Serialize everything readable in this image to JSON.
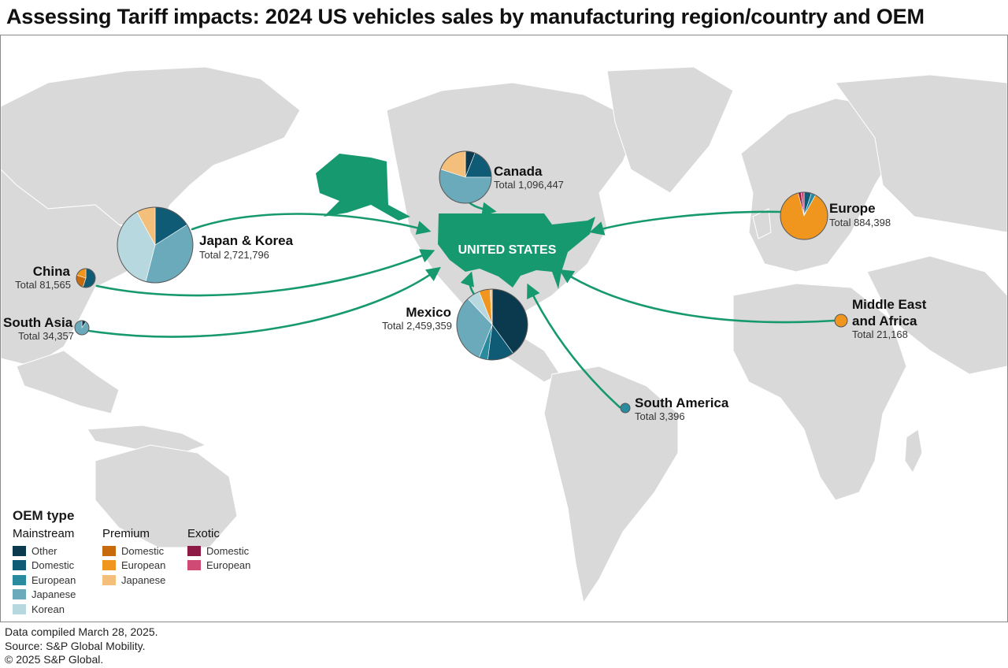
{
  "title": "Assessing Tariff impacts: 2024 US vehicles sales by manufacturing region/country and OEM",
  "destination": "UNITED STATES",
  "colors": {
    "mainstream_other": "#0b3a4e",
    "mainstream_domestic": "#0f5b76",
    "mainstream_european": "#2a8a9e",
    "mainstream_japanese": "#6aaabb",
    "mainstream_korean": "#b8d8e0",
    "premium_domestic": "#c76a0c",
    "premium_european": "#f0951e",
    "premium_japanese": "#f4bf7a",
    "exotic_domestic": "#8c1a44",
    "exotic_european": "#d04a76",
    "us_fill": "#17996f",
    "flow_arrow": "#17996f",
    "land": "#d9d9d9"
  },
  "regions": [
    {
      "id": "canada",
      "name": "Canada",
      "total": "Total 1,096,447",
      "slices": [
        {
          "type": "mainstream_other",
          "share": 0.06
        },
        {
          "type": "mainstream_domestic",
          "share": 0.19
        },
        {
          "type": "mainstream_japanese",
          "share": 0.55
        },
        {
          "type": "premium_japanese",
          "share": 0.2
        }
      ]
    },
    {
      "id": "japan-korea",
      "name": "Japan & Korea",
      "total": "Total 2,721,796",
      "slices": [
        {
          "type": "mainstream_domestic",
          "share": 0.16
        },
        {
          "type": "mainstream_japanese",
          "share": 0.38
        },
        {
          "type": "mainstream_korean",
          "share": 0.38
        },
        {
          "type": "premium_japanese",
          "share": 0.08
        }
      ]
    },
    {
      "id": "china",
      "name": "China",
      "total": "Total 81,565",
      "slices": [
        {
          "type": "mainstream_domestic",
          "share": 0.55
        },
        {
          "type": "premium_domestic",
          "share": 0.25
        },
        {
          "type": "premium_european",
          "share": 0.2
        }
      ]
    },
    {
      "id": "south-asia",
      "name": "South Asia",
      "total": "Total 34,357",
      "slices": [
        {
          "type": "mainstream_other",
          "share": 0.1
        },
        {
          "type": "mainstream_japanese",
          "share": 0.9
        }
      ]
    },
    {
      "id": "mexico",
      "name": "Mexico",
      "total": "Total 2,459,359",
      "slices": [
        {
          "type": "mainstream_other",
          "share": 0.4
        },
        {
          "type": "mainstream_domestic",
          "share": 0.12
        },
        {
          "type": "mainstream_european",
          "share": 0.04
        },
        {
          "type": "mainstream_japanese",
          "share": 0.32
        },
        {
          "type": "mainstream_korean",
          "share": 0.06
        },
        {
          "type": "premium_european",
          "share": 0.05
        },
        {
          "type": "premium_japanese",
          "share": 0.01
        }
      ]
    },
    {
      "id": "europe",
      "name": "Europe",
      "total": "Total 884,398",
      "slices": [
        {
          "type": "mainstream_domestic",
          "share": 0.05
        },
        {
          "type": "mainstream_european",
          "share": 0.03
        },
        {
          "type": "premium_european",
          "share": 0.88
        },
        {
          "type": "exotic_domestic",
          "share": 0.02
        },
        {
          "type": "exotic_european",
          "share": 0.02
        }
      ]
    },
    {
      "id": "middle-east-africa",
      "name": "Middle East",
      "name2": "and Africa",
      "total": "Total 21,168",
      "slices": [
        {
          "type": "premium_european",
          "share": 1.0
        }
      ]
    },
    {
      "id": "south-america",
      "name": "South America",
      "total": "Total 3,396",
      "slices": [
        {
          "type": "mainstream_european",
          "share": 1.0
        }
      ]
    }
  ],
  "legend": {
    "title": "OEM type",
    "mainstream": {
      "heading": "Mainstream",
      "items": [
        "Other",
        "Domestic",
        "European",
        "Japanese",
        "Korean"
      ]
    },
    "premium": {
      "heading": "Premium",
      "items": [
        "Domestic",
        "European",
        "Japanese"
      ]
    },
    "exotic": {
      "heading": "Exotic",
      "items": [
        "Domestic",
        "European"
      ]
    }
  },
  "footer": {
    "line1": "Data compiled March 28, 2025.",
    "line2": "Source: S&P Global Mobility.",
    "line3": "© 2025 S&P Global."
  }
}
